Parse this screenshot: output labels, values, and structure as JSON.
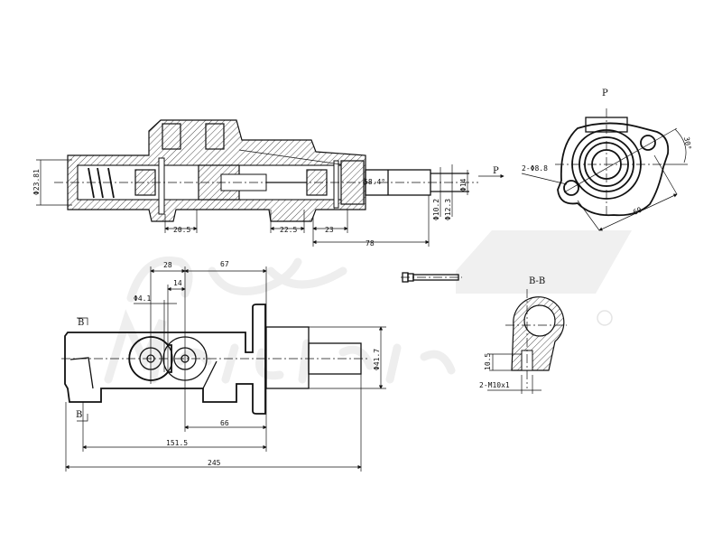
{
  "watermark": {
    "logo_text": "A.L. Meisterteile",
    "registered_mark": "R"
  },
  "section_view": {
    "dimensions": {
      "bore_dia": "Φ23.81",
      "d1": "20.5",
      "d2": "22.5",
      "d3": "23",
      "d4": "78",
      "rod_dia1": "Φ10.2",
      "rod_dia2": "Φ12.3",
      "rod_dia3": "Φ14",
      "angle": "58.4°"
    },
    "view_arrow_label": "P"
  },
  "end_view": {
    "title": "P",
    "holes": "2-Φ8.8",
    "hole_spacing": "60",
    "angle": "30°"
  },
  "side_view": {
    "dimensions": {
      "d28": "28",
      "d67": "67",
      "d14": "14",
      "port_dia": "Φ4.1",
      "flange_dia": "Φ41.7",
      "d66": "66",
      "d151": "151.5",
      "d245": "245"
    },
    "section_marker_top": "B",
    "section_marker_bottom": "B"
  },
  "section_bb": {
    "title": "B-B",
    "height": "10.5",
    "thread": "2-M10x1"
  }
}
